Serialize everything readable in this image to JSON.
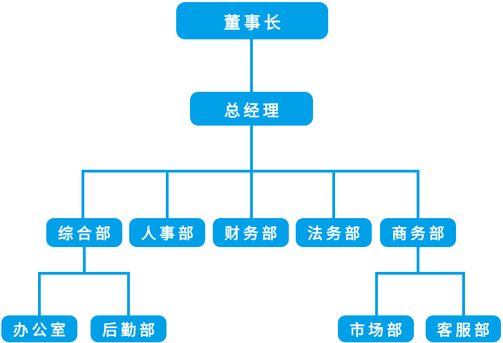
{
  "diagram": {
    "type": "org-chart",
    "background_color": "#ffffff",
    "node_fill_color": "#00A0E9",
    "connector_color": "#00A0E9",
    "text_color": "#ffffff"
  },
  "nodes": {
    "chairman": "董事长",
    "general_manager": "总经理",
    "general_affairs": "综合部",
    "hr": "人事部",
    "finance": "财务部",
    "legal": "法务部",
    "business": "商务部",
    "office": "办公室",
    "logistics": "后勤部",
    "marketing": "市场部",
    "customer_service": "客服部"
  },
  "hierarchy": {
    "label": "董事长",
    "children": [
      {
        "label": "总经理",
        "children": [
          {
            "label": "综合部",
            "children": [
              {
                "label": "办公室"
              },
              {
                "label": "后勤部"
              }
            ]
          },
          {
            "label": "人事部"
          },
          {
            "label": "财务部"
          },
          {
            "label": "法务部"
          },
          {
            "label": "商务部",
            "children": [
              {
                "label": "市场部"
              },
              {
                "label": "客服部"
              }
            ]
          }
        ]
      }
    ]
  }
}
